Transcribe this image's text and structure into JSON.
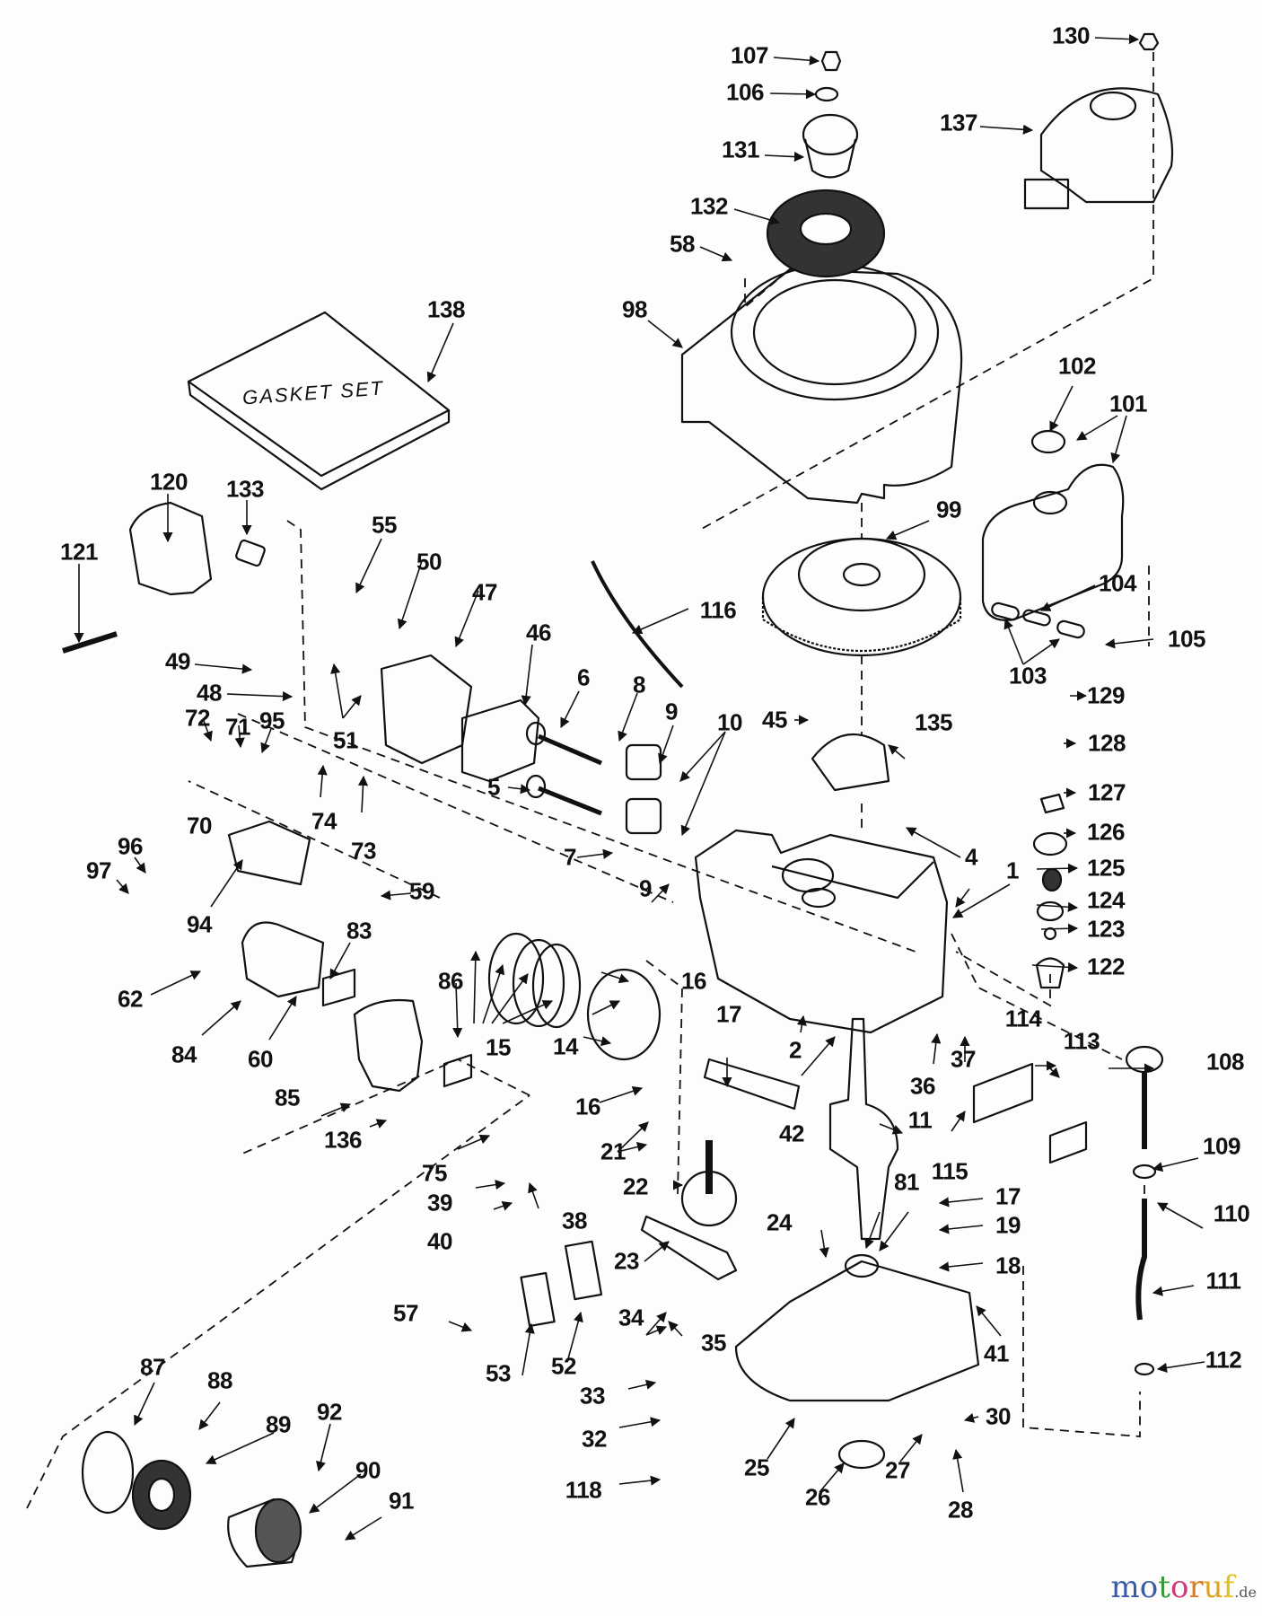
{
  "diagram": {
    "title": "Engine exploded parts diagram",
    "gasket_set_text": "GASKET SET",
    "part_numbers": [
      "1",
      "2",
      "4",
      "5",
      "6",
      "7",
      "8",
      "9",
      "9",
      "10",
      "11",
      "14",
      "15",
      "16",
      "16",
      "17",
      "17",
      "18",
      "19",
      "21",
      "22",
      "23",
      "24",
      "25",
      "26",
      "27",
      "28",
      "30",
      "32",
      "33",
      "34",
      "35",
      "36",
      "37",
      "38",
      "39",
      "40",
      "41",
      "42",
      "45",
      "46",
      "47",
      "48",
      "49",
      "50",
      "51",
      "52",
      "53",
      "55",
      "57",
      "58",
      "59",
      "60",
      "62",
      "70",
      "71",
      "72",
      "73",
      "74",
      "75",
      "81",
      "83",
      "84",
      "85",
      "86",
      "87",
      "88",
      "89",
      "90",
      "91",
      "92",
      "94",
      "95",
      "96",
      "97",
      "98",
      "99",
      "101",
      "102",
      "103",
      "104",
      "105",
      "106",
      "107",
      "108",
      "109",
      "110",
      "111",
      "112",
      "113",
      "114",
      "115",
      "116",
      "118",
      "120",
      "121",
      "122",
      "123",
      "124",
      "125",
      "126",
      "127",
      "128",
      "129",
      "130",
      "131",
      "132",
      "133",
      "135",
      "136",
      "137",
      "138"
    ],
    "callouts": {
      "c107": "107",
      "c106": "106",
      "c131": "131",
      "c132": "132",
      "c58": "58",
      "c98": "98",
      "c130": "130",
      "c137": "137",
      "c138": "138",
      "c102": "102",
      "c101": "101",
      "c99": "99",
      "c104": "104",
      "c105": "105",
      "c103": "103",
      "c120": "120",
      "c133": "133",
      "c121": "121",
      "c55": "55",
      "c50": "50",
      "c47": "47",
      "c46": "46",
      "c116": "116",
      "c49": "49",
      "c48": "48",
      "c51": "51",
      "c72": "72",
      "c71": "71",
      "c95": "95",
      "c70": "70",
      "c74": "74",
      "c73": "73",
      "c96": "96",
      "c97": "97",
      "c94": "94",
      "c59": "59",
      "c6": "6",
      "c8": "8",
      "c9a": "9",
      "c10": "10",
      "c5": "5",
      "c7": "7",
      "c9b": "9",
      "c45": "45",
      "c135": "135",
      "c129": "129",
      "c128": "128",
      "c127": "127",
      "c126": "126",
      "c125": "125",
      "c124": "124",
      "c123": "123",
      "c122": "122",
      "c4": "4",
      "c1": "1",
      "c62": "62",
      "c84": "84",
      "c60": "60",
      "c83": "83",
      "c86": "86",
      "c15": "15",
      "c14": "14",
      "c16a": "16",
      "c16b": "16",
      "c17a": "17",
      "c2": "2",
      "c36": "36",
      "c37": "37",
      "c114": "114",
      "c113": "113",
      "c108": "108",
      "c42": "42",
      "c11": "11",
      "c115": "115",
      "c85": "85",
      "c136": "136",
      "c21": "21",
      "c75": "75",
      "c39": "39",
      "c38": "38",
      "c40": "40",
      "c22": "22",
      "c81": "81",
      "c17b": "17",
      "c19": "19",
      "c18": "18",
      "c109": "109",
      "c110": "110",
      "c111": "111",
      "c24": "24",
      "c23": "23",
      "c57": "57",
      "c53": "53",
      "c52": "52",
      "c34": "34",
      "c35": "35",
      "c41": "41",
      "c112": "112",
      "c33": "33",
      "c32": "32",
      "c30": "30",
      "c118": "118",
      "c25": "25",
      "c26": "26",
      "c27": "27",
      "c28": "28",
      "c87": "87",
      "c88": "88",
      "c89": "89",
      "c92": "92",
      "c90": "90",
      "c91": "91"
    }
  },
  "watermark": {
    "letters": [
      "m",
      "o",
      "t",
      "o",
      "r",
      "u",
      "f"
    ],
    "colors": [
      "#3b5ba8",
      "#3b5ba8",
      "#3a9a3a",
      "#d03a7a",
      "#e07a20",
      "#e0a020",
      "#e0c020"
    ],
    "tld": ".de"
  }
}
